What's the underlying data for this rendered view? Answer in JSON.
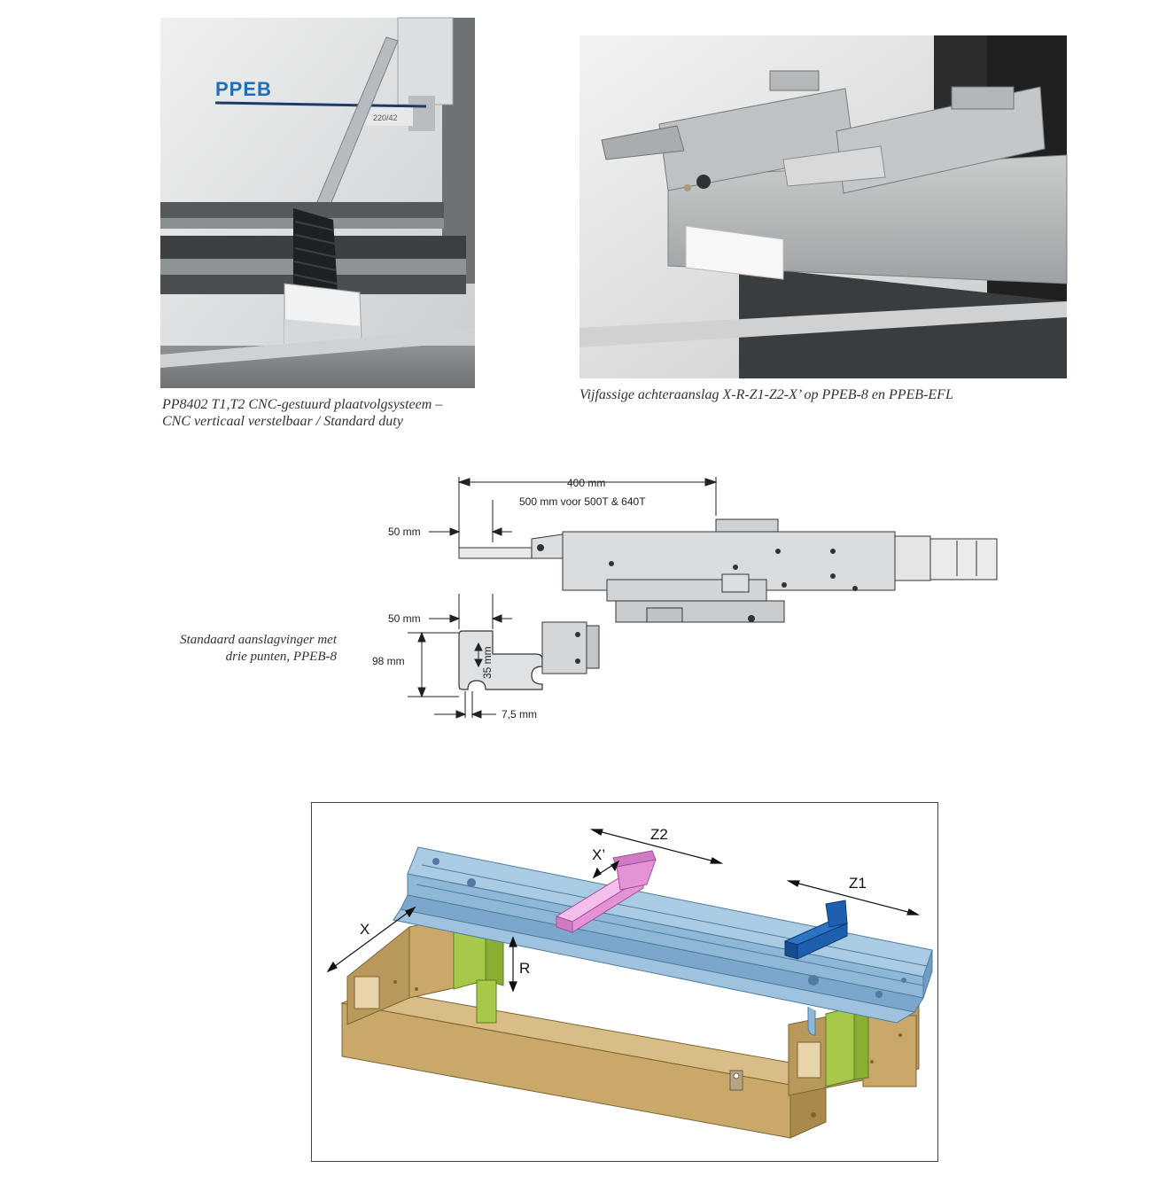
{
  "photo_left": {
    "brand": "PPEB",
    "model_plate": "220/42",
    "caption_line1": "PP8402 T1,T2 CNC-gestuurd plaatvolgsysteem –",
    "caption_line2": "CNC verticaal verstelbaar / Standard duty"
  },
  "photo_right": {
    "caption": "Vijfassige achteraanslag  X-R-Z1-Z2-X’ op PPEB-8 en PPEB-EFL"
  },
  "dimension_drawing": {
    "dim_400": "400 mm",
    "dim_500": "500 mm voor 500T & 640T",
    "dim_50_top": "50 mm",
    "dim_50_bottom": "50 mm",
    "dim_98": "98 mm",
    "dim_35": "35 mm",
    "dim_7_5": "7,5 mm",
    "caption_line1": "Standaard aanslagvinger met",
    "caption_line2": "drie punten, PPEB-8"
  },
  "axis_diagram": {
    "label_z2": "Z2",
    "label_x_prime": "X’",
    "label_z1": "Z1",
    "label_x": "X",
    "label_r": "R",
    "colors": {
      "beam": "#8fb7d6",
      "frame": "#c9a86a",
      "column": "#a6c94a",
      "pink": "#e493d6",
      "blue": "#1f5fb0"
    }
  }
}
